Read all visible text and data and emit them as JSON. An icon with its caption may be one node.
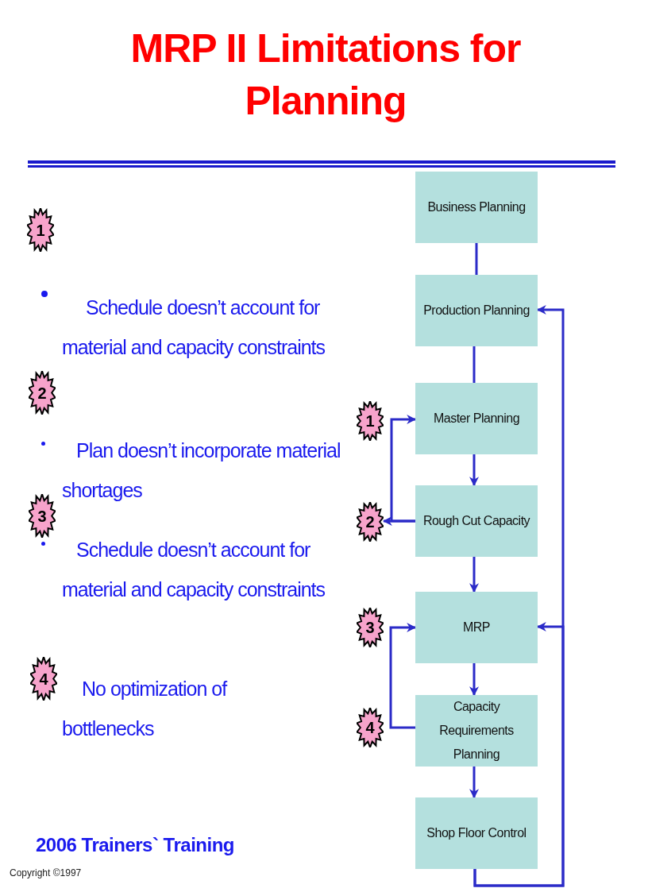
{
  "diagram": {
    "title": "MRP II Limitations for Planning",
    "nodes": [
      {
        "text": [
          "Business Planning"
        ]
      },
      {
        "text": [
          "Production Planning"
        ]
      },
      {
        "text": [
          "Master Planning"
        ]
      },
      {
        "text": [
          "Rough Cut Capacity"
        ]
      },
      {
        "text": [
          "MRP"
        ]
      },
      {
        "text": [
          "Capacity Requirements Planning"
        ]
      },
      {
        "text": [
          "Shop Floor Control"
        ]
      },
      {
        "text": [
          "1"
        ]
      },
      {
        "text": [
          "2"
        ]
      },
      {
        "text": [
          "3"
        ]
      },
      {
        "text": [
          "4"
        ]
      },
      {
        "text": [
          "1"
        ]
      },
      {
        "text": [
          "2"
        ]
      },
      {
        "text": [
          "3"
        ]
      },
      {
        "text": [
          "4"
        ]
      }
    ],
    "edges": [
      {
        "from": 0,
        "to": 1,
        "arrow": "none"
      },
      {
        "from": 1,
        "to": 2,
        "arrow": "none"
      },
      {
        "from": 2,
        "to": 3,
        "arrow": "to"
      },
      {
        "from": 3,
        "to": 4,
        "arrow": "to"
      },
      {
        "from": 4,
        "to": 5,
        "arrow": "to"
      },
      {
        "from": 5,
        "to": 6,
        "arrow": "to"
      },
      {
        "from": 3,
        "to": 2,
        "arrow": "to"
      },
      {
        "from": 3,
        "to": 8,
        "arrow": "to"
      },
      {
        "from": 5,
        "to": 4,
        "arrow": "to"
      },
      {
        "from": 6,
        "to": 1,
        "arrow": "to"
      },
      {
        "from": 6,
        "to": 4,
        "arrow": "to"
      }
    ],
    "labels": [
      "Schedule doesn’t account for material and capacity constraints",
      "Plan doesn’t incorporate material shortages",
      "Schedule doesn’t account for material and capacity constraints",
      "No optimization of bottlenecks",
      "2006 Trainers` Training",
      "Copyright ©1997"
    ]
  }
}
